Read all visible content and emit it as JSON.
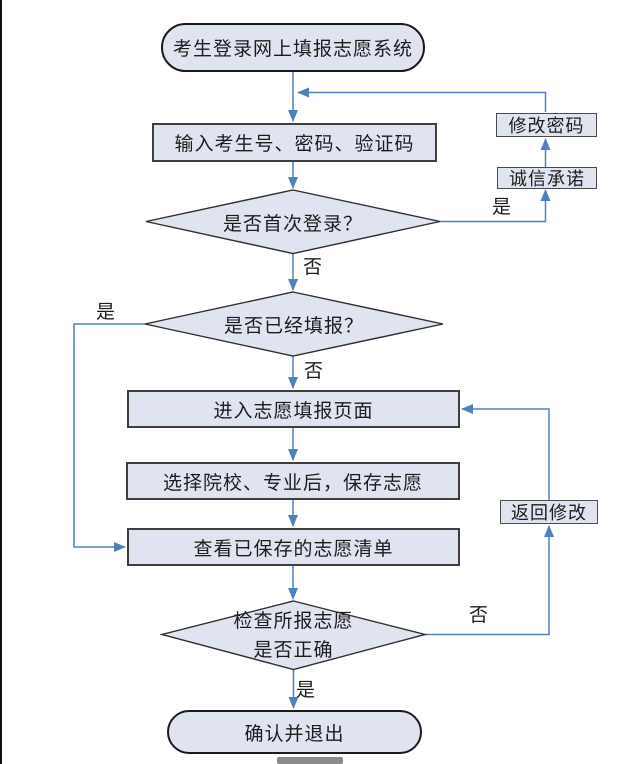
{
  "diagram": {
    "nodes": {
      "start": "考生登录网上填报志愿系统",
      "input_credentials": "输入考生号、密码、验证码",
      "first_login_question": "是否首次登录？",
      "modify_password": "修改密码",
      "integrity_pledge": "诚信承诺",
      "already_filled_question": "是否已经填报？",
      "enter_filling_page": "进入志愿填报页面",
      "select_and_save": "选择院校、专业后，保存志愿",
      "view_saved_list": "查看已保存的志愿清单",
      "check_question_line1": "检查所报志愿",
      "check_question_line2": "是否正确",
      "return_to_modify": "返回修改",
      "confirm_and_exit": "确认并退出"
    },
    "edge_labels": {
      "first_login_yes": "是",
      "first_login_no": "否",
      "already_filled_yes": "是",
      "already_filled_no": "否",
      "check_correct_no": "否",
      "check_correct_yes": "是"
    },
    "colors": {
      "node_fill": "#dfe4f0",
      "process_border": "#3f3f3f",
      "terminal_border": "#1a1a1a",
      "connector_blue": "#4f81bd",
      "text": "#1c1c1c",
      "page_background": "#ffffff",
      "left_edge_line": "#111111",
      "scrollbar_thumb": "#8a8a8a"
    }
  }
}
